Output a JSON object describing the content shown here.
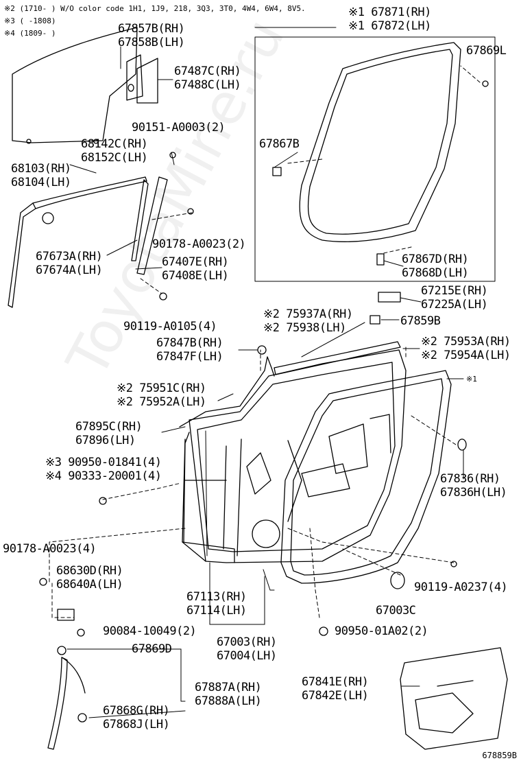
{
  "notes": [
    "※2 (1710-      ) W/O color code 1H1, 1J9, 218, 3Q3, 3T0, 4W4, 6W4, 8V5.",
    "※3 (      -1808)",
    "※4 (1809-      )"
  ],
  "callouts": {
    "p67871": [
      "※1 67871(RH)",
      "※1 67872(LH)"
    ],
    "p67869l": [
      "67869L"
    ],
    "p67857": [
      "67857B(RH)",
      "67858B(LH)"
    ],
    "p67487": [
      "67487C(RH)",
      "67488C(LH)"
    ],
    "p90151": [
      "90151-A0003(2)"
    ],
    "p68142": [
      "68142C(RH)",
      "68152C(LH)"
    ],
    "p68103": [
      "68103(RH)",
      "68104(LH)"
    ],
    "p67867b": [
      "67867B"
    ],
    "p90178a": [
      "90178-A0023(2)"
    ],
    "p67673": [
      "67673A(RH)",
      "67674A(LH)"
    ],
    "p67407": [
      "67407E(RH)",
      "67408E(LH)"
    ],
    "p67867d": [
      "67867D(RH)",
      "67868D(LH)"
    ],
    "p90119a": [
      "90119-A0105(4)"
    ],
    "p67215": [
      "67215E(RH)",
      "67225A(LH)"
    ],
    "p75937": [
      "※2 75937A(RH)",
      "※2 75938(LH)"
    ],
    "p67859b": [
      "67859B"
    ],
    "p67847": [
      "67847B(RH)",
      "67847F(LH)"
    ],
    "p75953": [
      "※2 75953A(RH)",
      "※2 75954A(LH)"
    ],
    "p1": [
      "※1"
    ],
    "p75951": [
      "※2 75951C(RH)",
      "※2 75952A(LH)"
    ],
    "p67895": [
      "67895C(RH)",
      "67896(LH)"
    ],
    "p90950a": [
      "※3 90950-01841(4)",
      "※4 90333-20001(4)"
    ],
    "p67836": [
      "67836(RH)",
      "67836H(LH)"
    ],
    "p90178b": [
      "90178-A0023(4)"
    ],
    "p68630": [
      "68630D(RH)",
      "68640A(LH)"
    ],
    "p90119b": [
      "90119-A0237(4)"
    ],
    "p67113": [
      "67113(RH)",
      "67114(LH)"
    ],
    "p67003c": [
      "67003C"
    ],
    "p90084": [
      "90084-10049(2)"
    ],
    "p90950b": [
      "90950-01A02(2)"
    ],
    "p67003": [
      "67003(RH)",
      "67004(LH)"
    ],
    "p67869d": [
      "67869D"
    ],
    "p67841": [
      "67841E(RH)",
      "67842E(LH)"
    ],
    "p67887": [
      "67887A(RH)",
      "67888A(LH)"
    ],
    "p67868g": [
      "67868G(RH)",
      "67868J(LH)"
    ]
  },
  "watermark": "ToyotaMine.ru",
  "figure_id": "678859B"
}
